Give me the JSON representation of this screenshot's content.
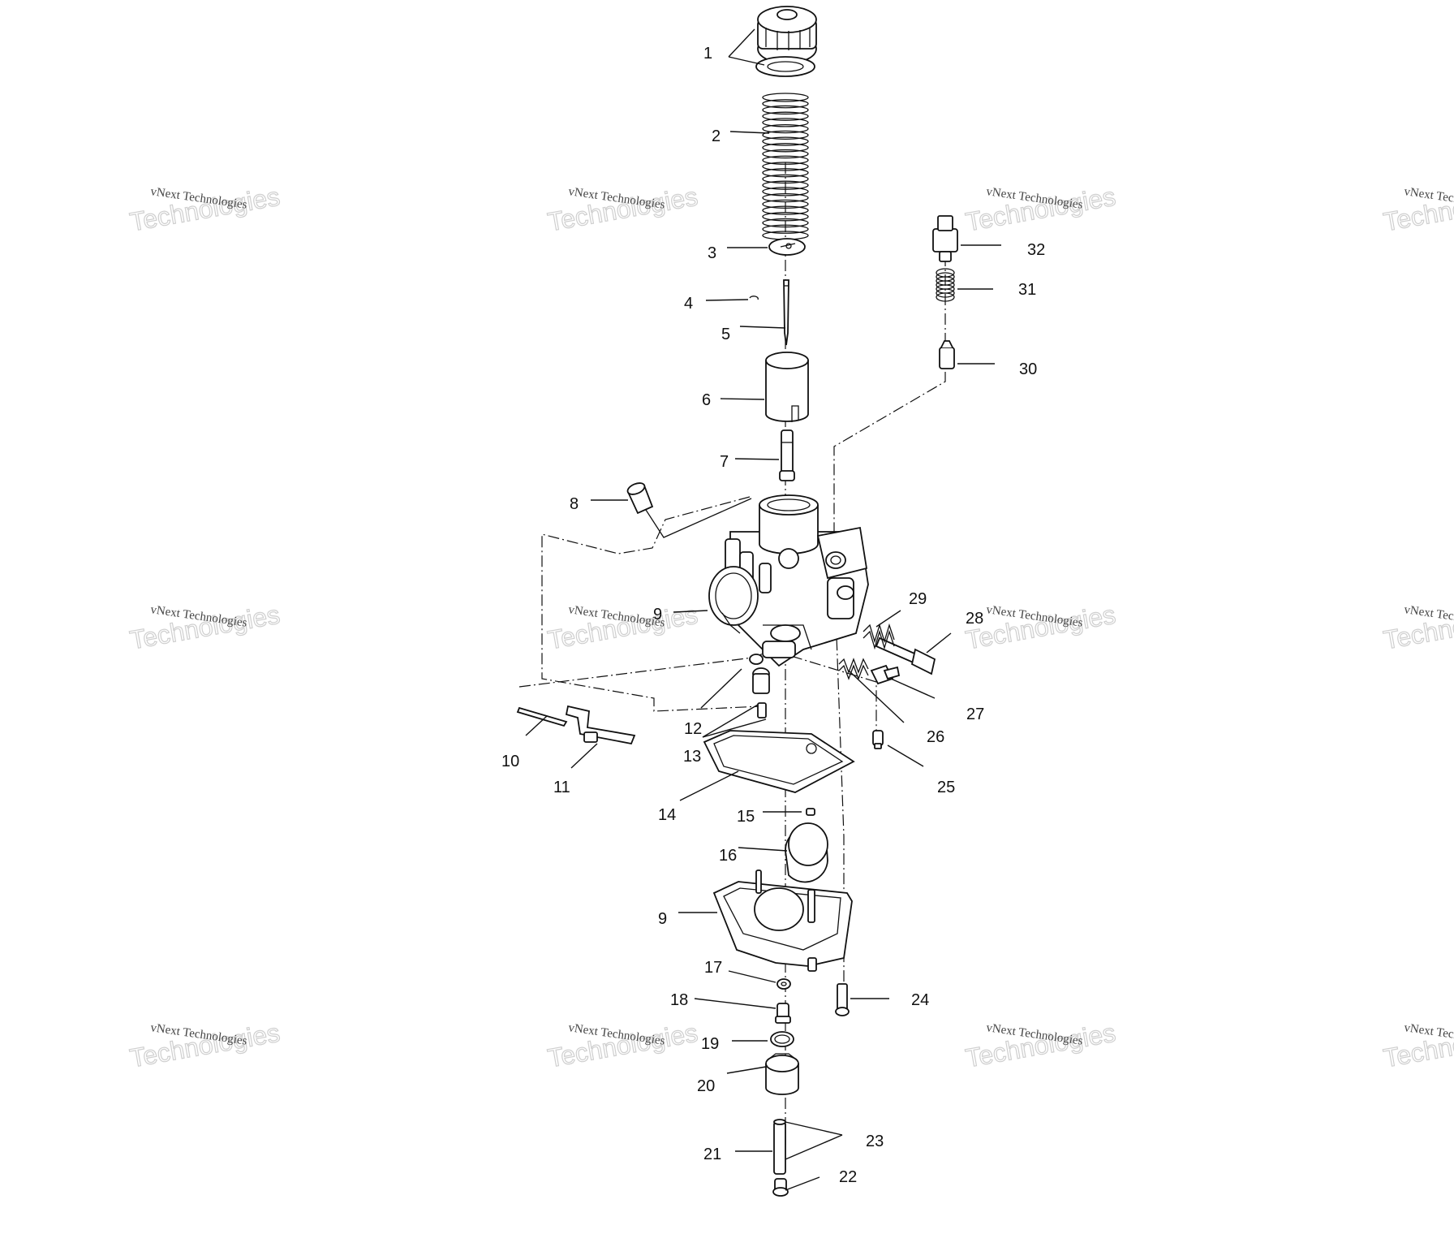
{
  "watermark": {
    "line1": "vNext Technologies",
    "line2": "Technologies"
  },
  "callouts": [
    {
      "id": "1",
      "text": "1"
    },
    {
      "id": "2",
      "text": "2"
    },
    {
      "id": "3",
      "text": "3"
    },
    {
      "id": "4",
      "text": "4"
    },
    {
      "id": "5",
      "text": "5"
    },
    {
      "id": "6",
      "text": "6"
    },
    {
      "id": "7",
      "text": "7"
    },
    {
      "id": "8",
      "text": "8"
    },
    {
      "id": "9a",
      "text": "9"
    },
    {
      "id": "9b",
      "text": "9"
    },
    {
      "id": "10",
      "text": "10"
    },
    {
      "id": "11",
      "text": "11"
    },
    {
      "id": "12",
      "text": "12"
    },
    {
      "id": "13",
      "text": "13"
    },
    {
      "id": "14",
      "text": "14"
    },
    {
      "id": "15",
      "text": "15"
    },
    {
      "id": "16",
      "text": "16"
    },
    {
      "id": "17",
      "text": "17"
    },
    {
      "id": "18",
      "text": "18"
    },
    {
      "id": "19",
      "text": "19"
    },
    {
      "id": "20",
      "text": "20"
    },
    {
      "id": "21",
      "text": "21"
    },
    {
      "id": "22",
      "text": "22"
    },
    {
      "id": "23",
      "text": "23"
    },
    {
      "id": "24",
      "text": "24"
    },
    {
      "id": "25",
      "text": "25"
    },
    {
      "id": "26",
      "text": "26"
    },
    {
      "id": "27",
      "text": "27"
    },
    {
      "id": "28",
      "text": "28"
    },
    {
      "id": "29",
      "text": "29"
    },
    {
      "id": "30",
      "text": "30"
    },
    {
      "id": "31",
      "text": "31"
    },
    {
      "id": "32",
      "text": "32"
    }
  ]
}
